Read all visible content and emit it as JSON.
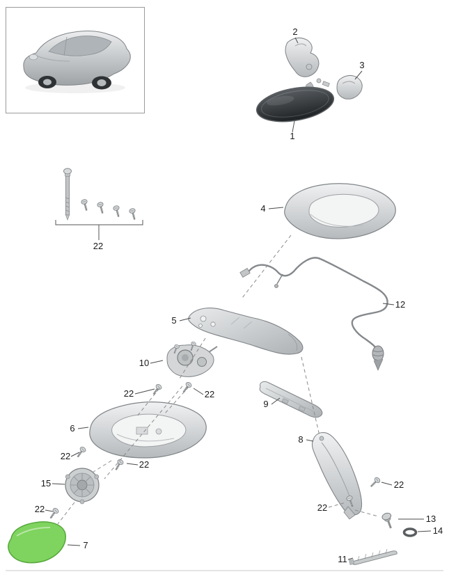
{
  "page": {
    "background": "#ffffff"
  },
  "colors": {
    "glass_green": "#7fd35f",
    "glass_green_edge": "#55a83b",
    "label_text": "#1a1a1a",
    "leader_line": "#4a4a4a",
    "dashed_line": "#8a8a8a",
    "mirror_glass_dark": "#2a2d2f",
    "part_silver": "#c9cccd"
  },
  "callouts": {
    "interior_mirror": "1",
    "mirror_base_cover": "2",
    "cover_cap": "3",
    "housing_upper": "4",
    "mirror_foot_cover": "5",
    "housing_lower": "6",
    "mirror_glass": "7",
    "trim_lower": "8",
    "trim_upper": "9",
    "adjustment_unit": "10",
    "led_strip": "11",
    "cable_harness": "12",
    "fastening_bolt": "13",
    "grommet": "14",
    "actuator": "15",
    "screw_set": "22"
  }
}
